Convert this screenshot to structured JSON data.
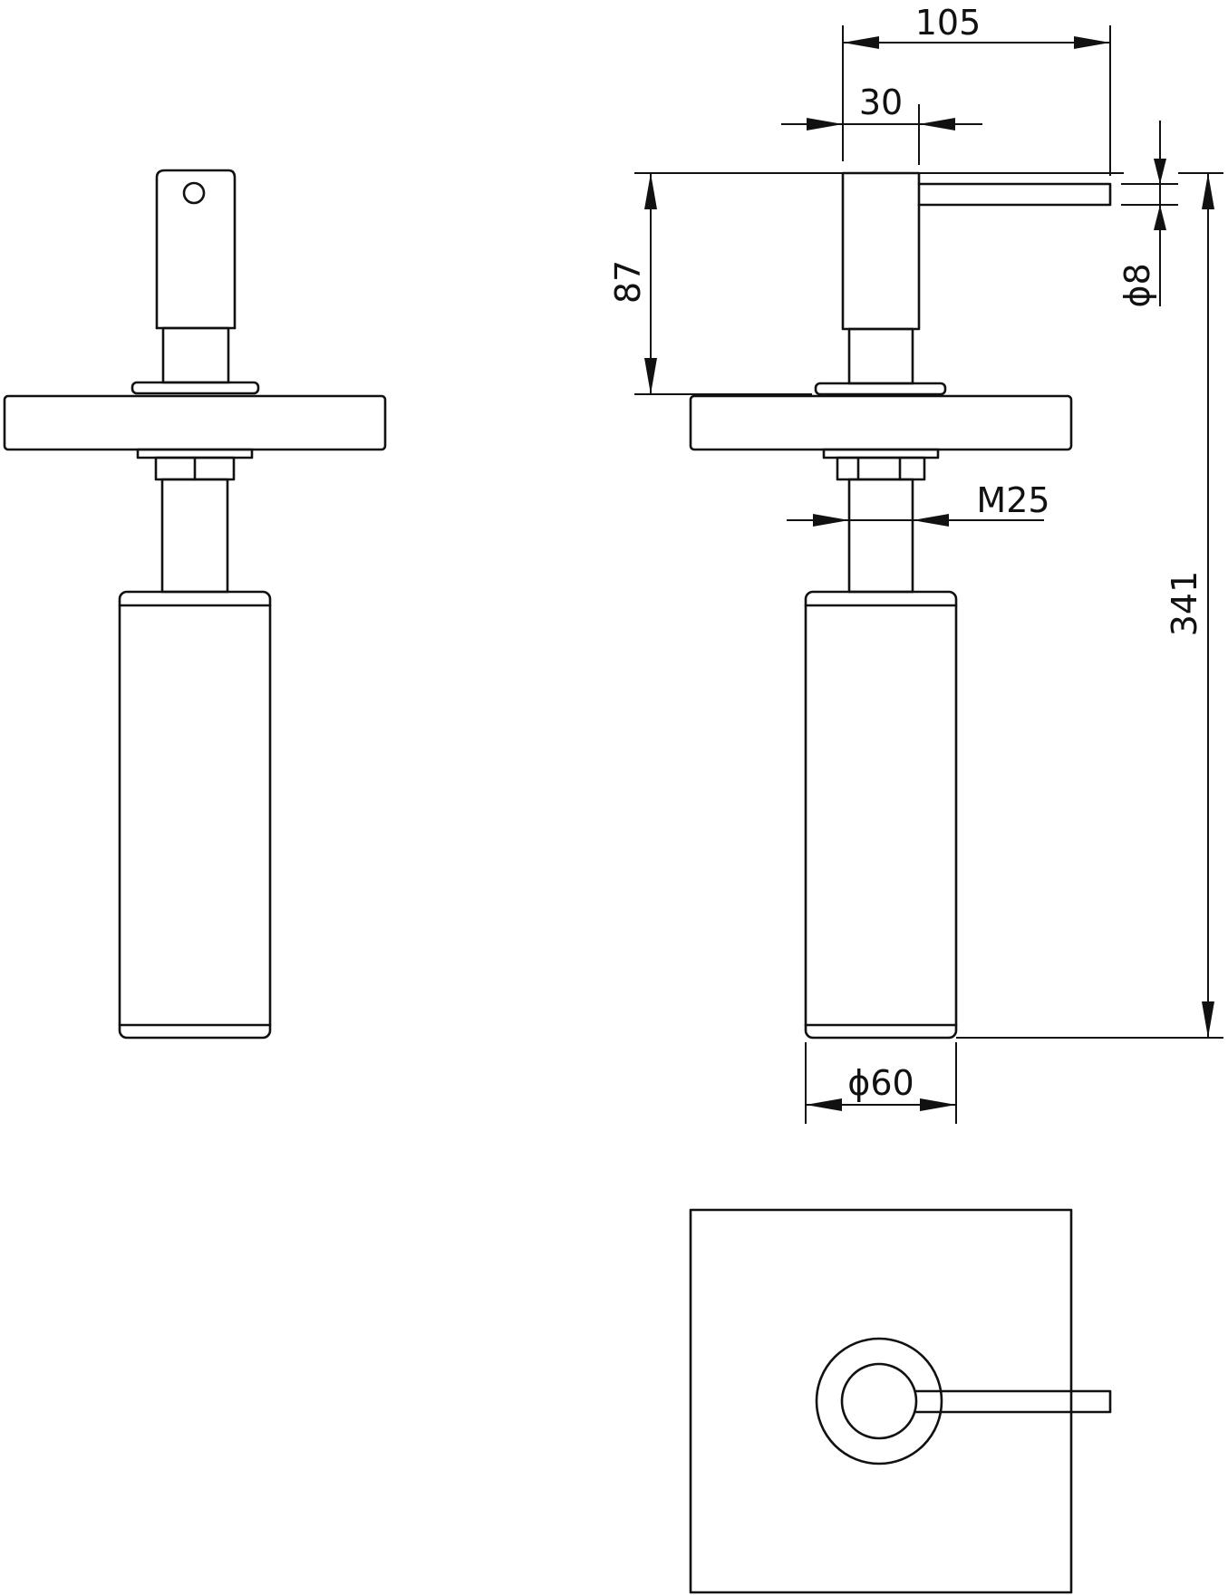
{
  "dimensions": {
    "overall_projection": "105",
    "spout_offset": "30",
    "spout_diameter": "ϕ8",
    "pump_height": "87",
    "thread": "M25",
    "total_length": "341",
    "bottle_diameter": "ϕ60"
  }
}
